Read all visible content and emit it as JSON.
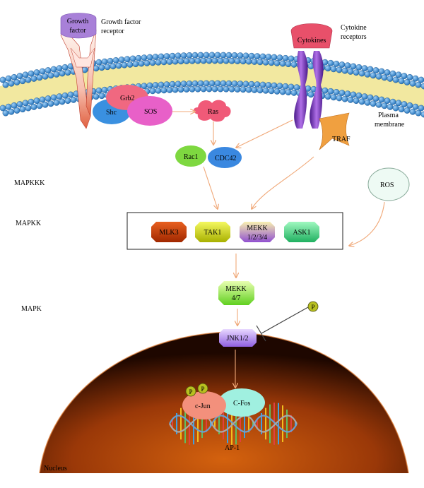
{
  "labels": {
    "growth_factor_line1": "Growth",
    "growth_factor_line2": "factor",
    "gf_receptor_line1": "Growth factor",
    "gf_receptor_line2": "receptor",
    "cytokine_receptors_line1": "Cytokine",
    "cytokine_receptors_line2": "receptors",
    "cytokines": "Cytokines",
    "plasma_membrane_line1": "Plasma",
    "plasma_membrane_line2": "membrane",
    "grb2": "Grb2",
    "shc": "Shc",
    "sos": "SOS",
    "ras": "Ras",
    "rac1": "Rac1",
    "cdc42": "CDC42",
    "traf": "TRAF",
    "ros": "ROS",
    "mapkkk": "MAPKKK",
    "mapkk": "MAPKK",
    "mapk": "MAPK",
    "mlk3": "MLK3",
    "tak1": "TAK1",
    "mekk_a_line1": "MEKK",
    "mekk_a_line2": "1/2/3/4",
    "ask1": "ASK1",
    "mekk_b_line1": "MEKK",
    "mekk_b_line2": "4/7",
    "jnk": "JNK1/2",
    "p": "P",
    "cjun": "c-Jun",
    "cfos": "C-Fos",
    "ap1": "AP-1",
    "nucleus": "Nucleus"
  },
  "colors": {
    "arrow": "#f0a878",
    "inhibitor": "#444444",
    "membrane_head": "#2a7fc8",
    "membrane_tail": "#f2e8a0",
    "nucleus_core": "#c8500a",
    "nucleus_edge": "#2a0a00",
    "mlk3": "#d04010",
    "tak1": "#d8e020",
    "mekk": "#b070e0",
    "ask1": "#40d080",
    "jnk": "#b888f0",
    "phospho": "#b8c020"
  }
}
